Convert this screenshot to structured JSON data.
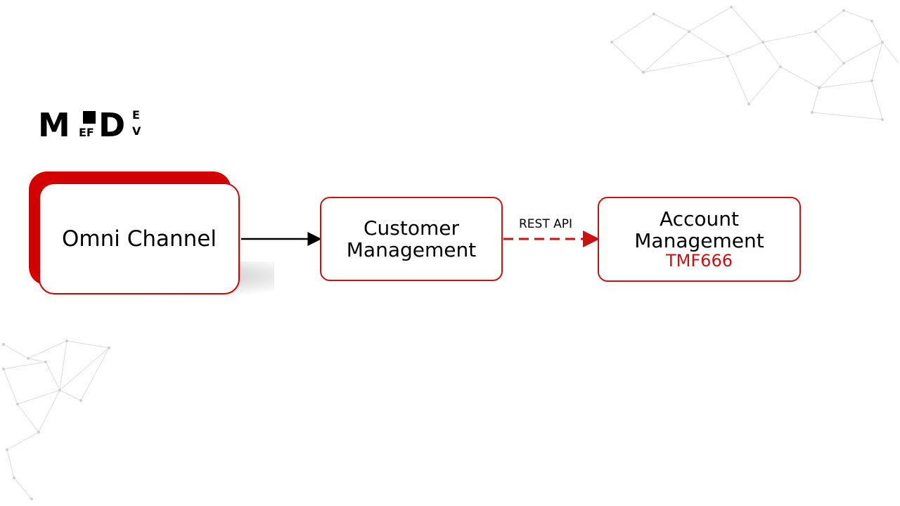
{
  "logo": {
    "m": "M",
    "d": "D",
    "ef": "EF",
    "e": "E",
    "v": "V"
  },
  "nodes": {
    "omni": "Omni Channel",
    "customer_line1": "Customer",
    "customer_line2": "Management",
    "account_line1": "Account",
    "account_line2": "Management",
    "account_code": "TMF666"
  },
  "edges": {
    "rest_label": "REST API"
  },
  "colors": {
    "accent": "#cc1111",
    "omni_back": "#d40000",
    "text": "#000000"
  }
}
